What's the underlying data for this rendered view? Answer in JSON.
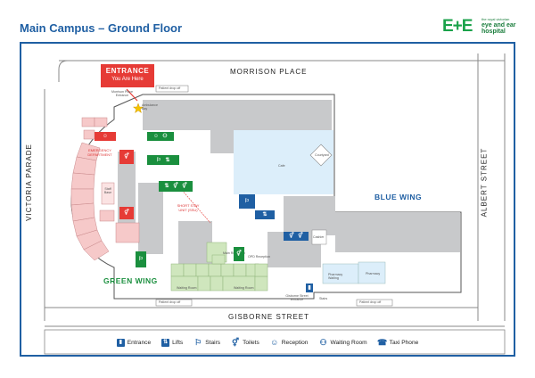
{
  "title": "Main Campus – Ground Floor",
  "logo": {
    "mark": "E+E",
    "line1": "the royal victorian",
    "line2": "eye and ear",
    "line3": "hospital"
  },
  "entrance_callout": {
    "title": "ENTRANCE",
    "subtitle": "You Are Here"
  },
  "streets": {
    "north": "MORRISON PLACE",
    "south": "GISBORNE STREET",
    "west": "VICTORIA PARADE",
    "east": "ALBERT STREET"
  },
  "wings": {
    "green": "GREEN WING",
    "blue": "BLUE WING"
  },
  "small_labels": {
    "morrison_entrance": "Morrison Place Entrance",
    "ambulance_bay": "Ambulance Bay",
    "patient_dropoff_north": "Patient drop off",
    "patient_dropoff_south_left": "Patient drop off",
    "patient_dropoff_south_right": "Patient drop off",
    "emergency": "EMERGENCY DEPARTMENT",
    "staff_base": "Staff Base",
    "short_stay": "SHORT STAY UNIT (SSU)",
    "courtyard": "Courtyard",
    "cafe": "Cafe",
    "cashier": "Cashier",
    "pharmacy": "Pharmacy",
    "pharmacy_waiting": "Pharmacy Waiting",
    "main_reception": "Main Reception",
    "opd_reception": "OPD Reception",
    "waiting_room_left": "Waiting Room",
    "waiting_room_right": "Waiting Room",
    "gisborne_entrance": "Gisborne Street Entrance",
    "stairs": "Stairs"
  },
  "legend": [
    {
      "icon": "entrance-icon",
      "label": "Entrance"
    },
    {
      "icon": "lifts-icon",
      "label": "Lifts"
    },
    {
      "icon": "stairs-icon",
      "label": "Stairs"
    },
    {
      "icon": "toilets-icon",
      "label": "Toilets"
    },
    {
      "icon": "reception-icon",
      "label": "Reception"
    },
    {
      "icon": "waiting-room-icon",
      "label": "Waiting Room"
    },
    {
      "icon": "taxi-phone-icon",
      "label": "Taxi Phone"
    }
  ],
  "colors": {
    "accent": "#1f5fa3",
    "green": "#1a8f3e",
    "red": "#e63b36",
    "emergency_fill": "#f6c9c9",
    "green_room": "#cfe6bd",
    "blue_room": "#dceefa",
    "grey_area": "#c8c9cb"
  }
}
